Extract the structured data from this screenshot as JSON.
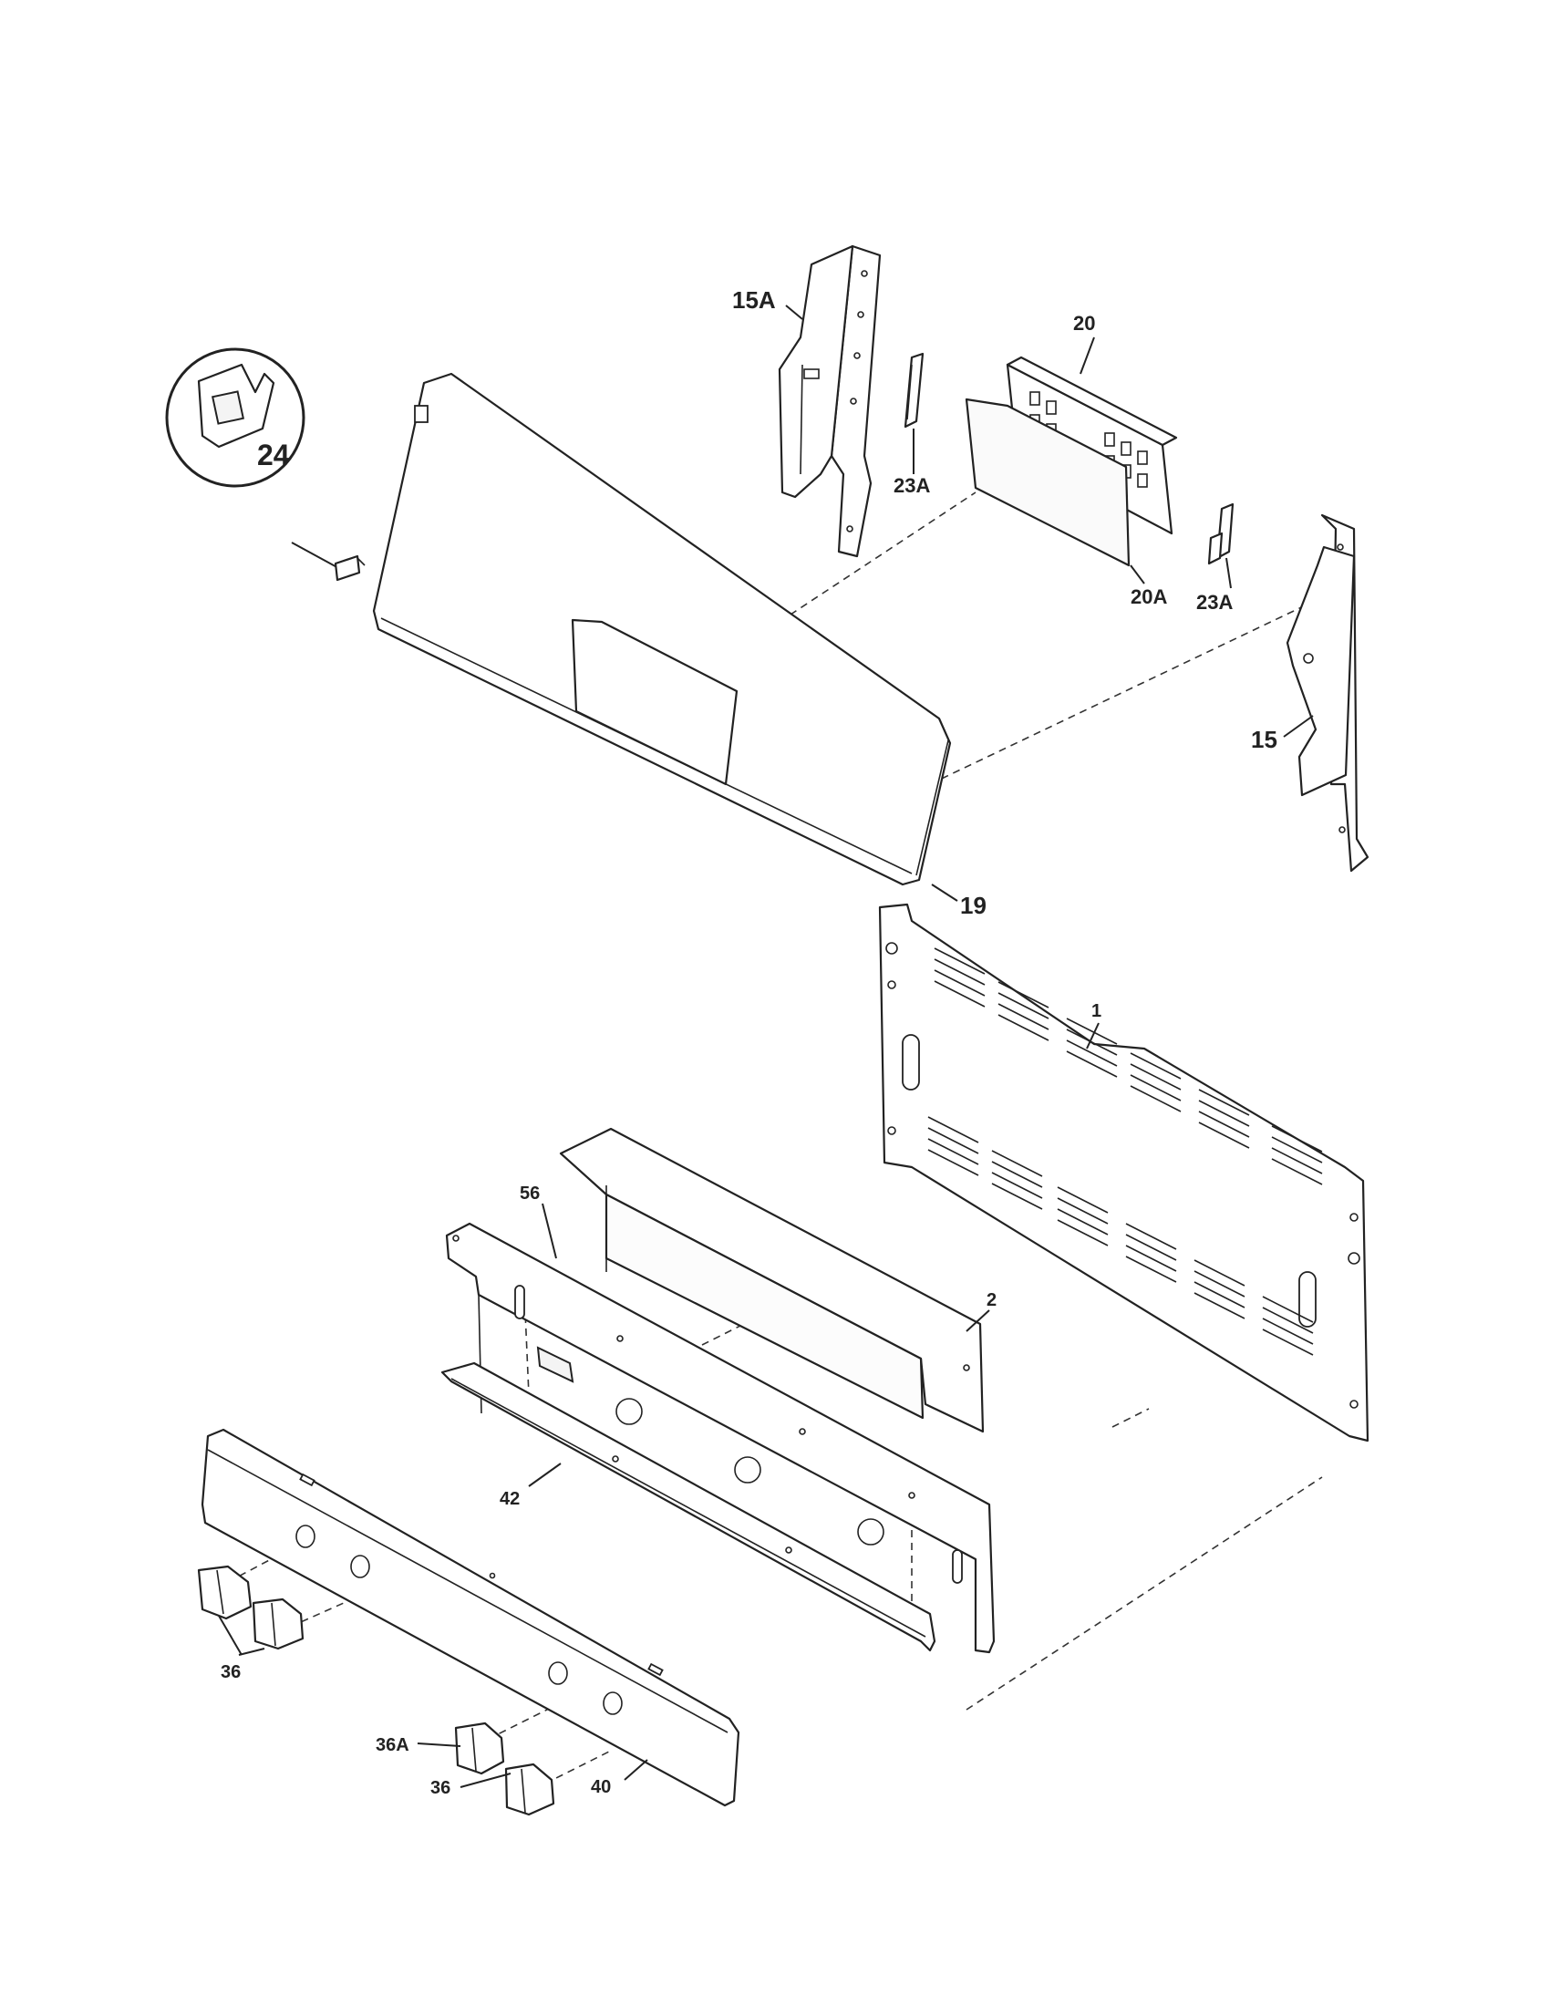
{
  "callouts": {
    "c15a": "15A",
    "c20": "20",
    "c23a_left": "23A",
    "c23a_right": "23A",
    "c20a": "20A",
    "c24": "24",
    "c15": "15",
    "c19": "19",
    "c1": "1",
    "c56": "56",
    "c2": "2",
    "c42": "42",
    "c36_top": "36",
    "c36a": "36A",
    "c36_bottom": "36",
    "c40": "40"
  }
}
